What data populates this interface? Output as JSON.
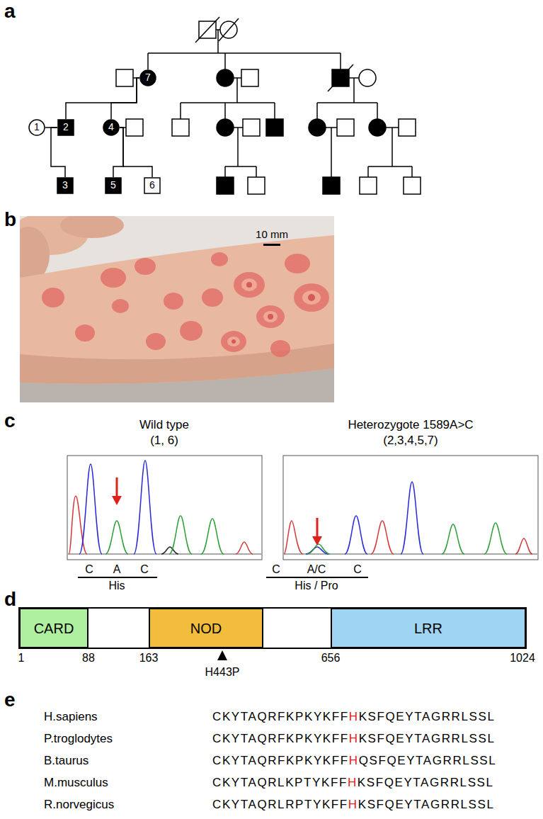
{
  "diagram": {
    "nodes": [
      {
        "text": [
          "7"
        ]
      },
      {
        "text": [
          "1"
        ]
      },
      {
        "text": [
          "2"
        ]
      },
      {
        "text": [
          "4"
        ]
      },
      {
        "text": [
          "3"
        ]
      },
      {
        "text": [
          "5"
        ]
      },
      {
        "text": [
          "6"
        ]
      },
      {
        "text": [
          "CARD"
        ]
      },
      {
        "text": [
          "NOD"
        ]
      },
      {
        "text": [
          "LRR"
        ]
      }
    ],
    "edges": [
      {
        "from": 1,
        "to": 2,
        "arrow": "none"
      },
      {
        "from": 0,
        "to": 2,
        "arrow": "none"
      },
      {
        "from": 0,
        "to": 3,
        "arrow": "none"
      },
      {
        "from": 2,
        "to": 4,
        "arrow": "none"
      },
      {
        "from": 3,
        "to": 5,
        "arrow": "none"
      },
      {
        "from": 3,
        "to": 6,
        "arrow": "none"
      }
    ],
    "labels": [
      "a",
      "b",
      "10 mm",
      "c",
      "Wild type",
      "(1, 6)",
      "Heterozygote 1589A>C",
      "(2,3,4,5,7)",
      "C",
      "A",
      "C",
      "His",
      "C",
      "A/C",
      "C",
      "His / Pro",
      "d",
      "1",
      "88",
      "163",
      "656",
      "1024",
      "H443P",
      "e",
      "H.sapiens",
      "CKYTAQRFKPKYKFF",
      "H",
      "KSFQEYTAGRRLSSL",
      "P.troglodytes",
      "CKYTAQRFKPKYKFF",
      "H",
      "KSFQEYTAGRRLSSL",
      "B.taurus",
      "CKYTAQRFKPKYKFF",
      "H",
      "QSFQEYTAGRRLSSL",
      "M.musculus",
      "CKYTAQRLKPTYKFF",
      "H",
      "KSFQEYTAGRRLSSL",
      "R.norvegicus",
      "CKYTAQRLRPTYKFF",
      "H",
      "KSFQEYTAGRRLSSL"
    ]
  }
}
